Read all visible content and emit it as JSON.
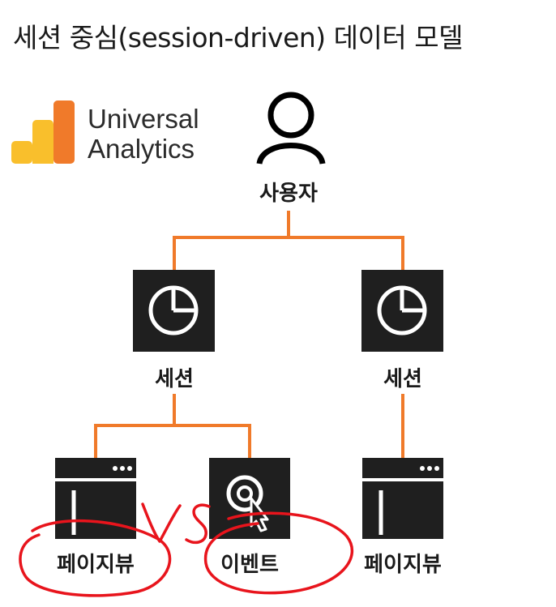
{
  "title": "세션 중심(session-driven) 데이터 모델",
  "logo": {
    "line1": "Universal",
    "line2": "Analytics",
    "icon": "analytics-bars-icon"
  },
  "nodes": {
    "user": {
      "label": "사용자",
      "icon": "user-icon"
    },
    "session_left": {
      "label": "세션",
      "icon": "clock-icon"
    },
    "session_right": {
      "label": "세션",
      "icon": "clock-icon"
    },
    "pageview_left": {
      "label": "페이지뷰",
      "icon": "browser-window-icon"
    },
    "event": {
      "label": "이벤트",
      "icon": "cursor-click-icon"
    },
    "pageview_right": {
      "label": "페이지뷰",
      "icon": "browser-window-icon"
    }
  },
  "annotation": {
    "handwritten_text": "VS",
    "ink_color": "#e8141c"
  },
  "colors": {
    "connector": "#f07a2a",
    "box": "#1f1f1f",
    "logo_light": "#f9bf2c",
    "logo_dark": "#f07a2a"
  }
}
